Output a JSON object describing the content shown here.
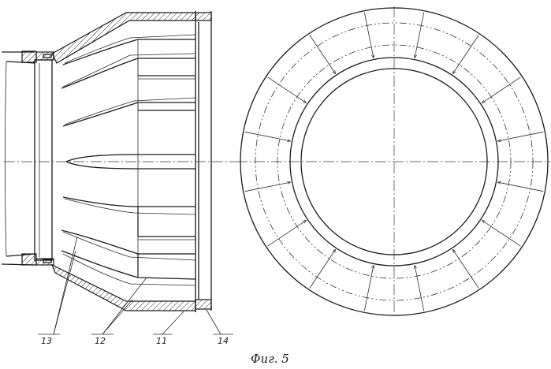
{
  "figure": {
    "caption": "Фиг. 5",
    "labels": {
      "ref_13": "13",
      "ref_12": "12",
      "ref_11": "11",
      "ref_14": "14"
    }
  },
  "colors": {
    "line": "#1a1a1a",
    "background": "#ffffff"
  }
}
